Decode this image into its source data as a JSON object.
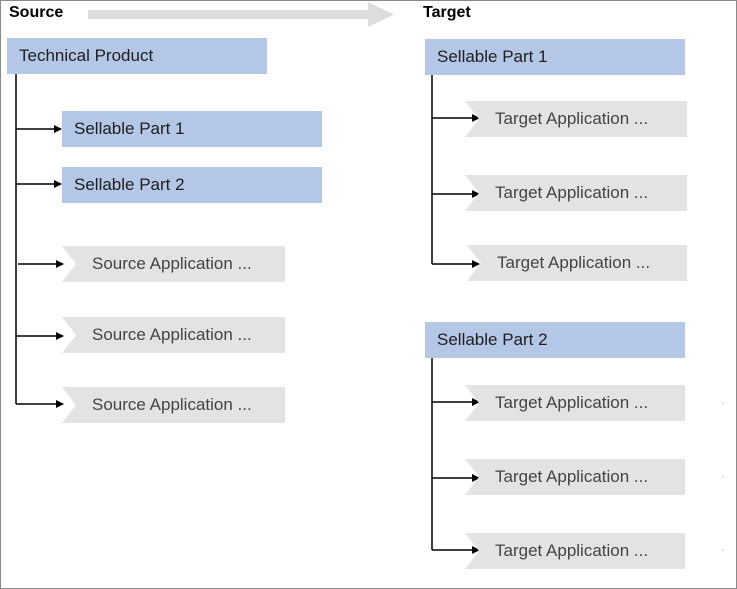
{
  "headings": {
    "source": "Source",
    "target": "Target"
  },
  "source": {
    "root": "Technical Product",
    "sellable_parts": [
      "Sellable Part 1",
      "Sellable Part 2"
    ],
    "applications": [
      "Source Application ...",
      "Source Application ...",
      "Source Application ..."
    ]
  },
  "target": {
    "groups": [
      {
        "label": "Sellable Part 1",
        "applications": [
          "Target Application ...",
          "Target Application ...",
          "Target Application ..."
        ]
      },
      {
        "label": "Sellable Part 2",
        "applications": [
          "Target Application ...",
          "Target Application ...",
          "Target Application ..."
        ]
      }
    ]
  },
  "colors": {
    "part_box": "#b4c7e7",
    "application_box": "#e3e3e3",
    "flow_arrow": "#dddddd"
  }
}
